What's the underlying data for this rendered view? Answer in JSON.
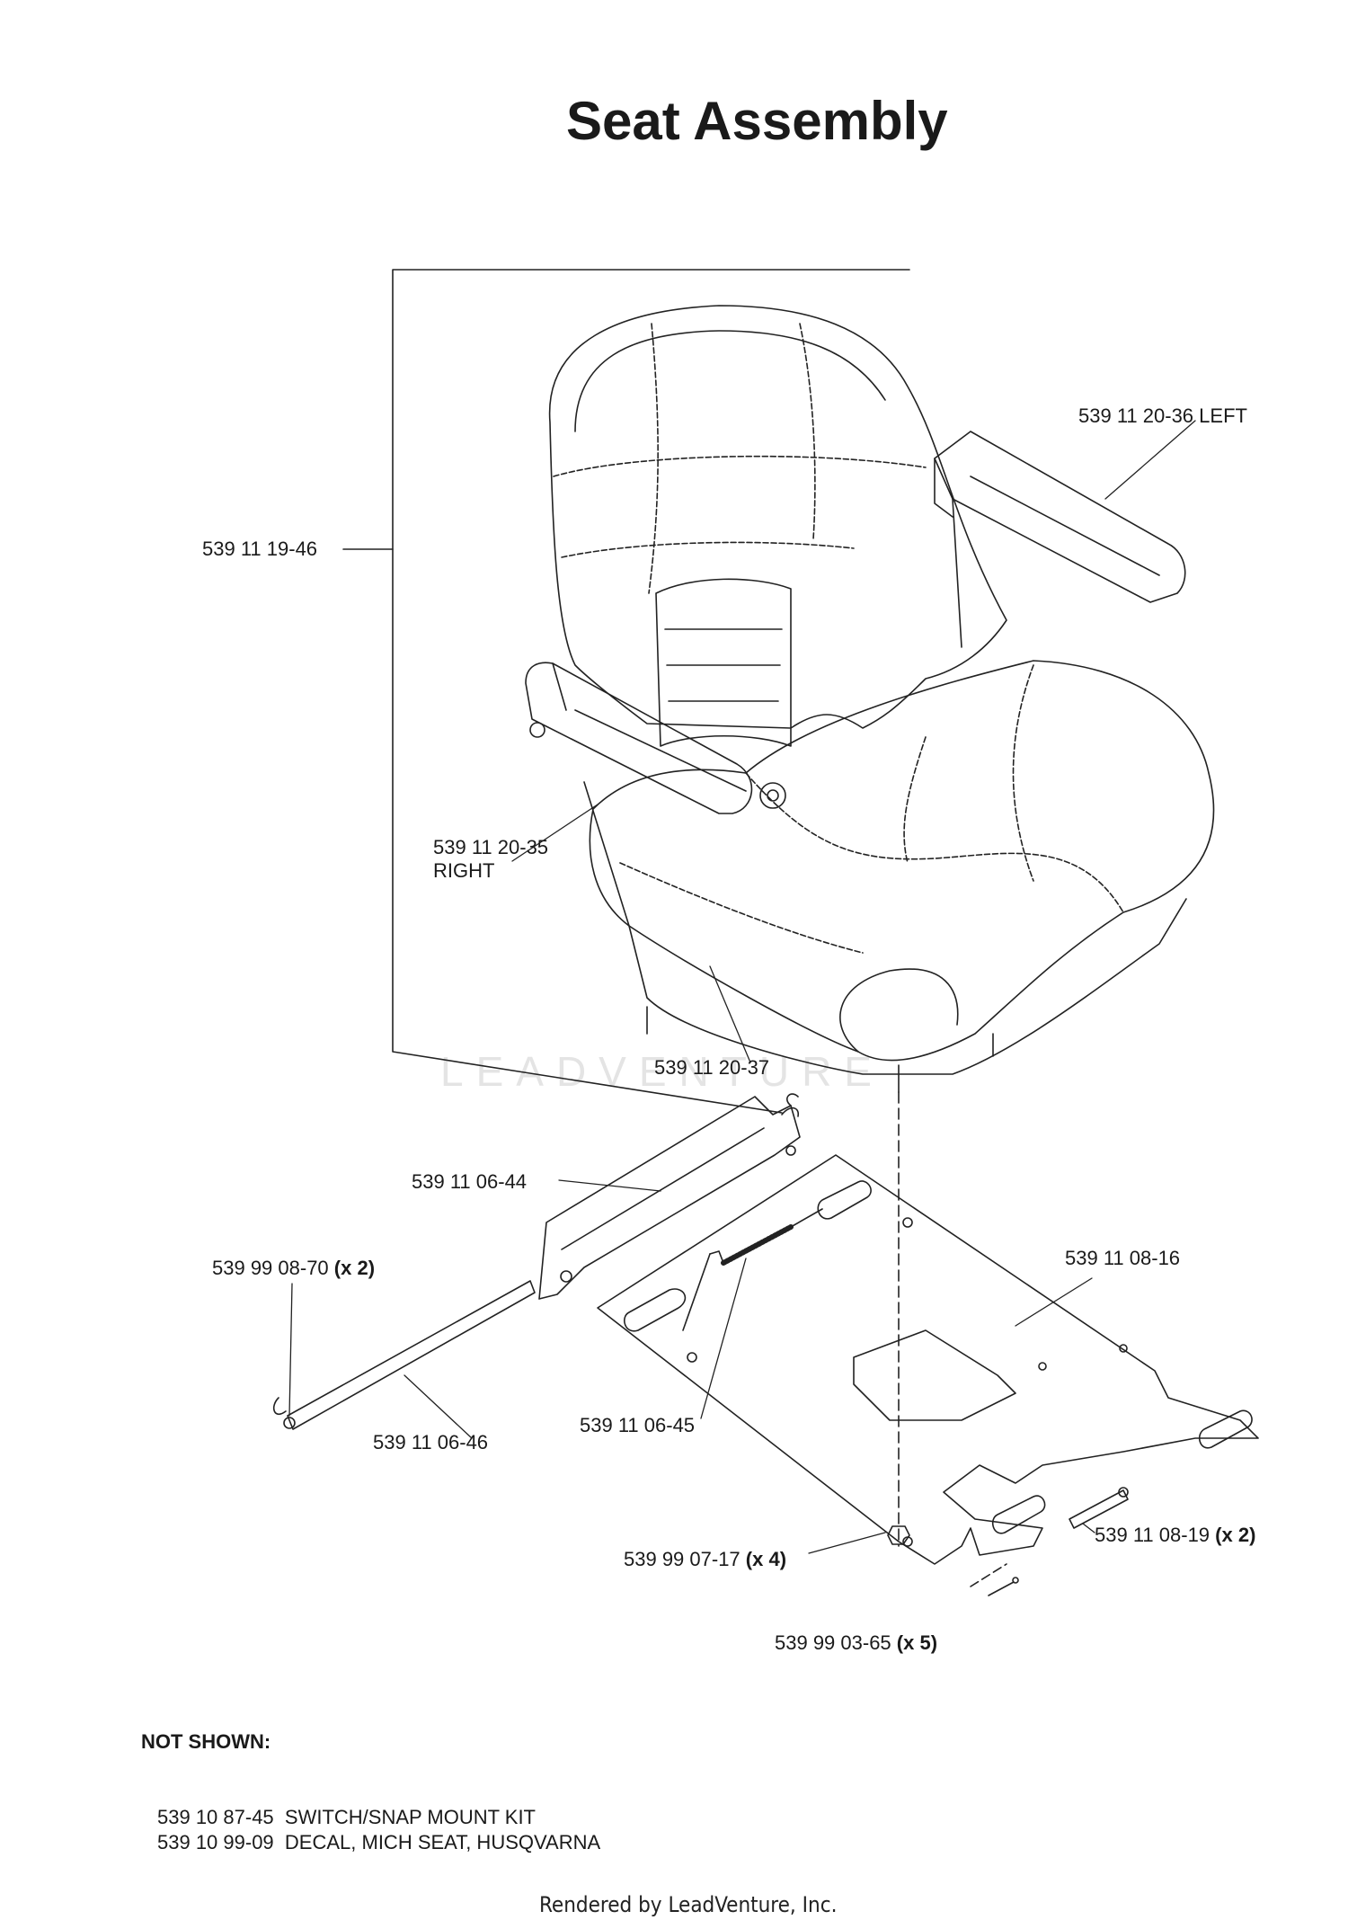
{
  "title": "Seat Assembly",
  "watermark": "LEADVENTURE",
  "callouts": [
    {
      "id": "seat",
      "part": "539 11 19-46",
      "qty": "",
      "suffix": ""
    },
    {
      "id": "armrest-left",
      "part": "539 11 20-36",
      "qty": "",
      "suffix": "LEFT"
    },
    {
      "id": "armrest-right",
      "part": "539 11 20-35",
      "qty": "",
      "suffix": "RIGHT"
    },
    {
      "id": "seat-bolt",
      "part": "539 11 20-37",
      "qty": "",
      "suffix": ""
    },
    {
      "id": "slide-bracket",
      "part": "539 11 06-44",
      "qty": "",
      "suffix": ""
    },
    {
      "id": "e-clip",
      "part": "539 99 08-70",
      "qty": "(x 2)",
      "suffix": ""
    },
    {
      "id": "seat-plate",
      "part": "539 11 08-16",
      "qty": "",
      "suffix": ""
    },
    {
      "id": "rod",
      "part": "539 11 06-46",
      "qty": "",
      "suffix": ""
    },
    {
      "id": "spring",
      "part": "539 11 06-45",
      "qty": "",
      "suffix": ""
    },
    {
      "id": "pin",
      "part": "539 11 08-19",
      "qty": "(x 2)",
      "suffix": ""
    },
    {
      "id": "nut",
      "part": "539 99 07-17",
      "qty": "(x 4)",
      "suffix": ""
    },
    {
      "id": "cotter-pin",
      "part": "539 99 03-65",
      "qty": "(x 5)",
      "suffix": ""
    }
  ],
  "not_shown": {
    "heading": "NOT SHOWN:",
    "items": [
      {
        "part": "539 10 87-45",
        "desc": "SWITCH/SNAP MOUNT KIT"
      },
      {
        "part": "539 10 99-09",
        "desc": "DECAL, MICH SEAT, HUSQVARNA"
      }
    ]
  },
  "footer": "Rendered by LeadVenture, Inc."
}
